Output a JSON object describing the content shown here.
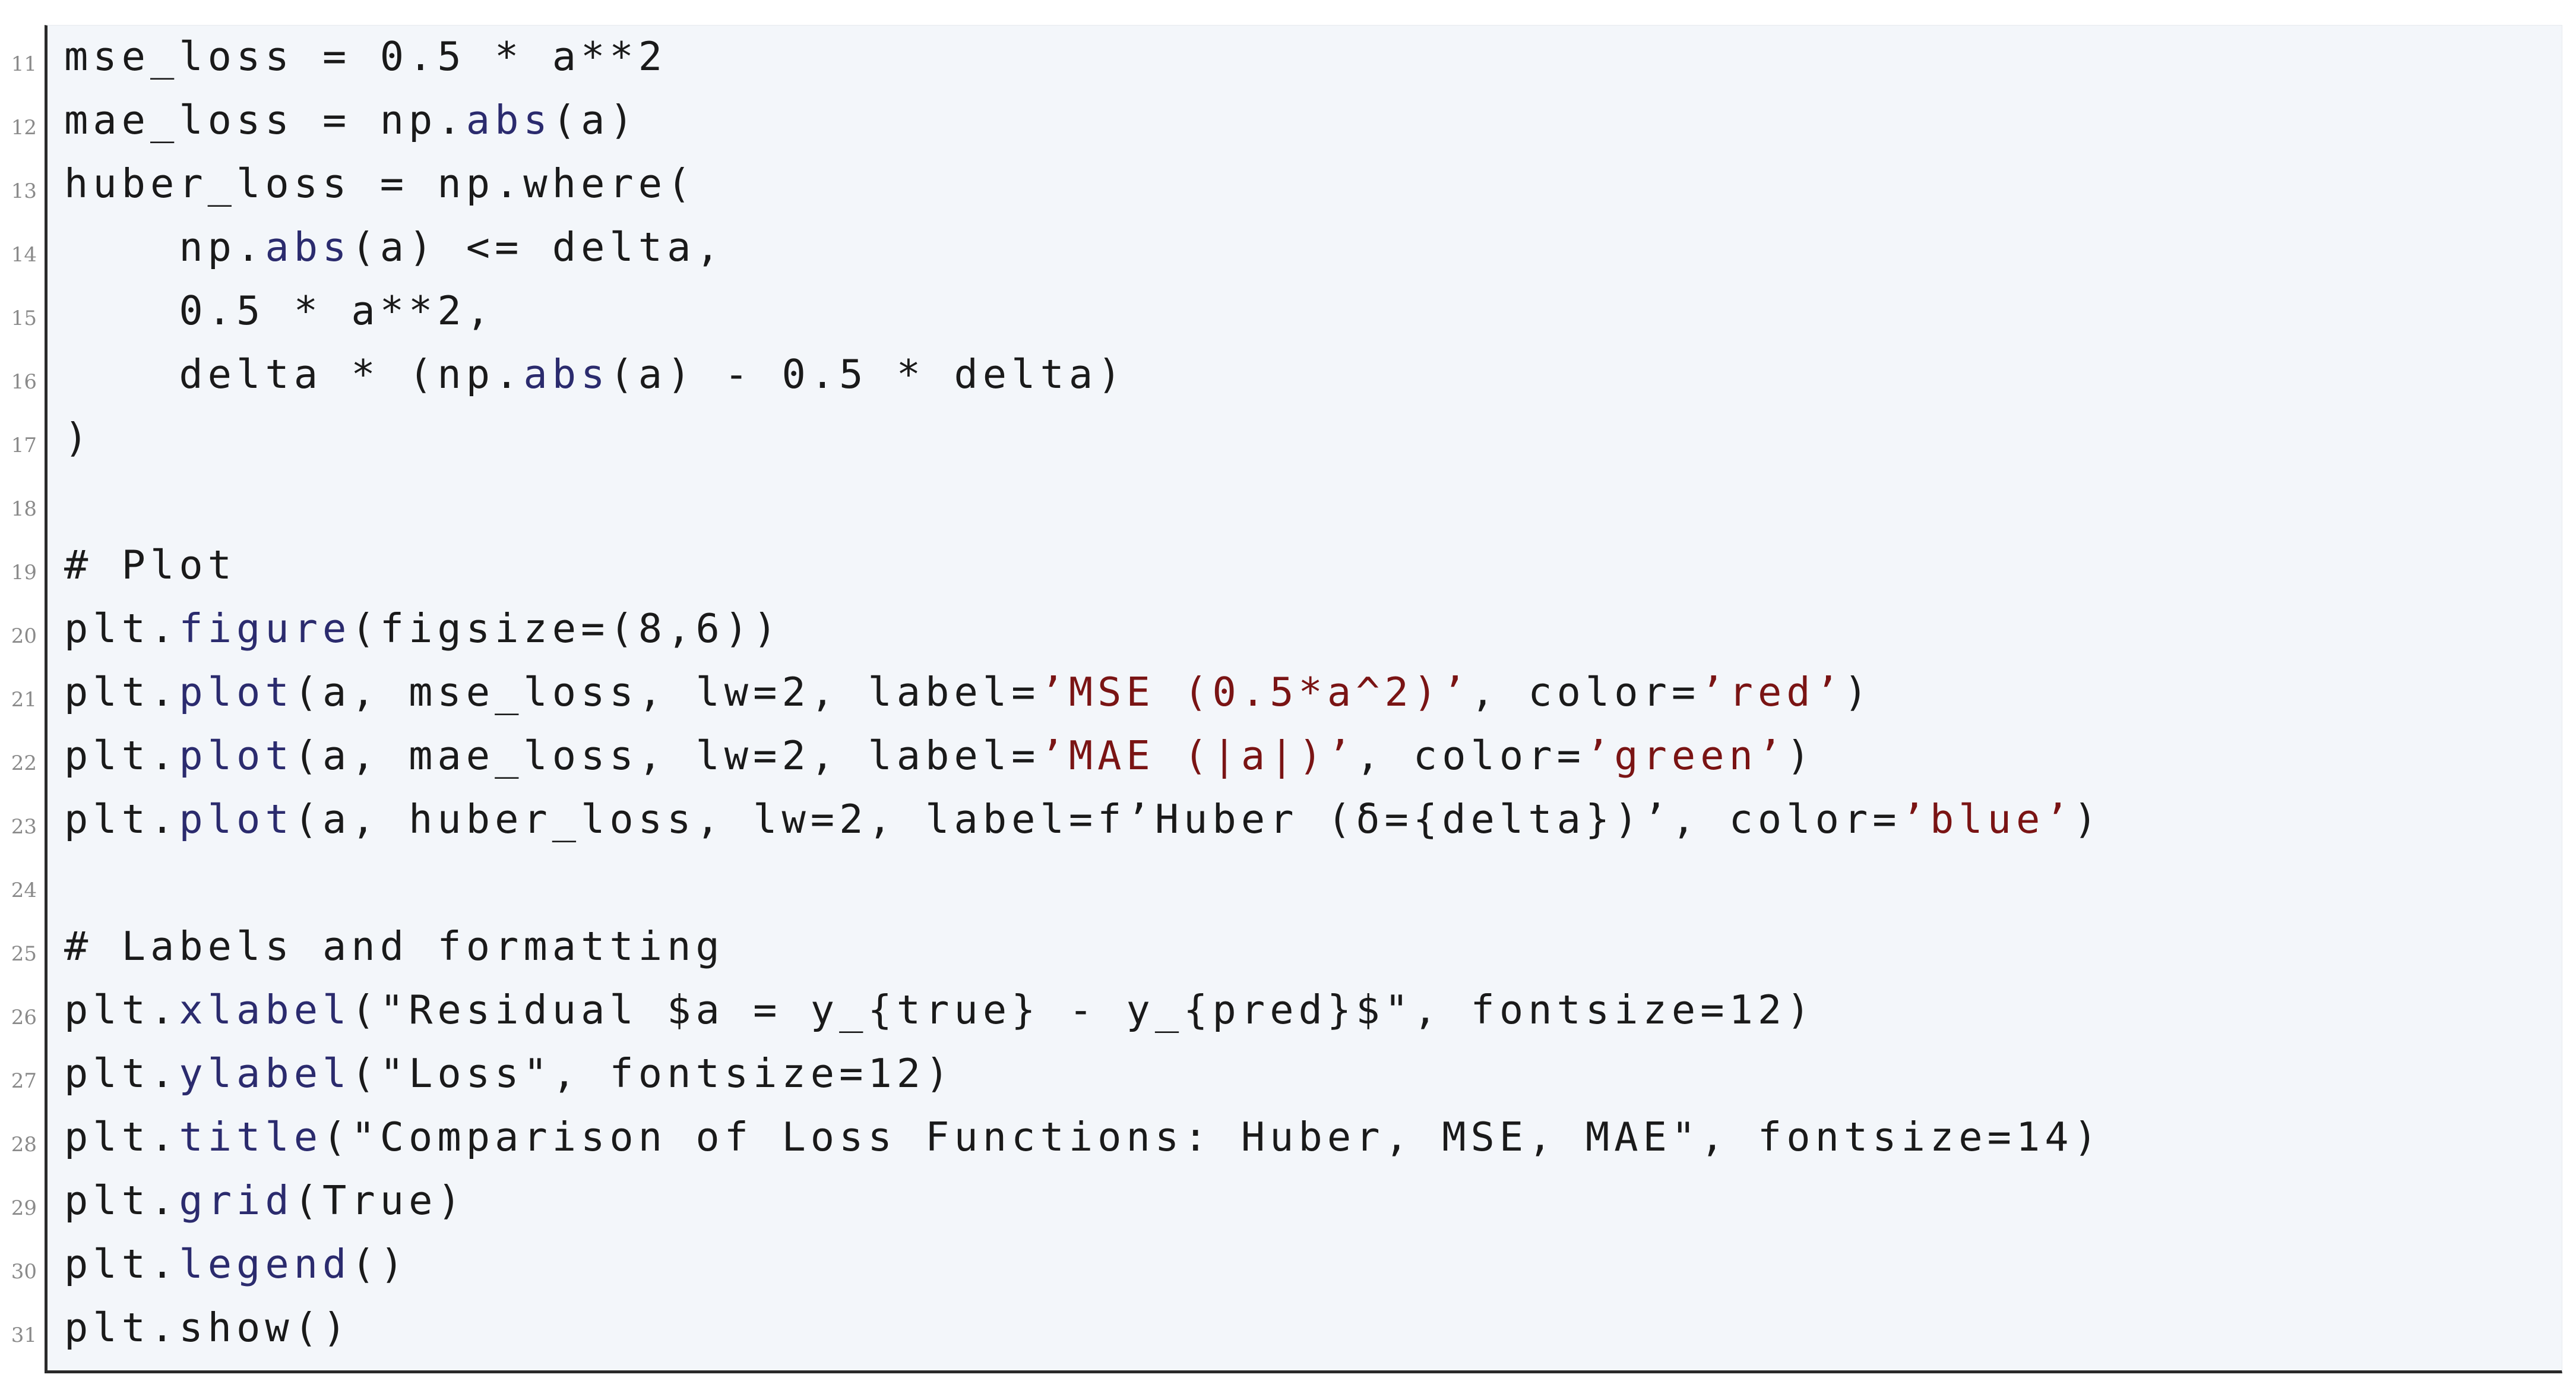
{
  "listing": {
    "lines": [
      {
        "number": "11",
        "segments": [
          {
            "t": "mse_loss = 0.5 * a**2",
            "k": "plain"
          }
        ]
      },
      {
        "number": "12",
        "segments": [
          {
            "t": "mae_loss = np.",
            "k": "plain"
          },
          {
            "t": "abs",
            "k": "fn"
          },
          {
            "t": "(a)",
            "k": "plain"
          }
        ]
      },
      {
        "number": "13",
        "segments": [
          {
            "t": "huber_loss = np.where(",
            "k": "plain"
          }
        ]
      },
      {
        "number": "14",
        "segments": [
          {
            "t": "    np.",
            "k": "plain"
          },
          {
            "t": "abs",
            "k": "fn"
          },
          {
            "t": "(a) <= delta,",
            "k": "plain"
          }
        ]
      },
      {
        "number": "15",
        "segments": [
          {
            "t": "    0.5 * a**2,",
            "k": "plain"
          }
        ]
      },
      {
        "number": "16",
        "segments": [
          {
            "t": "    delta * (np.",
            "k": "plain"
          },
          {
            "t": "abs",
            "k": "fn"
          },
          {
            "t": "(a) - 0.5 * delta)",
            "k": "plain"
          }
        ]
      },
      {
        "number": "17",
        "segments": [
          {
            "t": ")",
            "k": "plain"
          }
        ]
      },
      {
        "number": "18",
        "segments": []
      },
      {
        "number": "19",
        "segments": [
          {
            "t": "# Plot",
            "k": "plain"
          }
        ]
      },
      {
        "number": "20",
        "segments": [
          {
            "t": "plt.",
            "k": "plain"
          },
          {
            "t": "figure",
            "k": "fn"
          },
          {
            "t": "(figsize=(8,6))",
            "k": "plain"
          }
        ]
      },
      {
        "number": "21",
        "segments": [
          {
            "t": "plt.",
            "k": "plain"
          },
          {
            "t": "plot",
            "k": "fn"
          },
          {
            "t": "(a, mse_loss, lw=2, label=",
            "k": "plain"
          },
          {
            "t": "’MSE (0.5*a^2)’",
            "k": "str"
          },
          {
            "t": ", color=",
            "k": "plain"
          },
          {
            "t": "’red’",
            "k": "str"
          },
          {
            "t": ")",
            "k": "plain"
          }
        ]
      },
      {
        "number": "22",
        "segments": [
          {
            "t": "plt.",
            "k": "plain"
          },
          {
            "t": "plot",
            "k": "fn"
          },
          {
            "t": "(a, mae_loss, lw=2, label=",
            "k": "plain"
          },
          {
            "t": "’MAE (|a|)’",
            "k": "str"
          },
          {
            "t": ", color=",
            "k": "plain"
          },
          {
            "t": "’green’",
            "k": "str"
          },
          {
            "t": ")",
            "k": "plain"
          }
        ]
      },
      {
        "number": "23",
        "segments": [
          {
            "t": "plt.",
            "k": "plain"
          },
          {
            "t": "plot",
            "k": "fn"
          },
          {
            "t": "(a, huber_loss, lw=2, label=f’Huber (δ={delta})’, color=",
            "k": "plain"
          },
          {
            "t": "’blue’",
            "k": "str"
          },
          {
            "t": ")",
            "k": "plain"
          }
        ]
      },
      {
        "number": "24",
        "segments": []
      },
      {
        "number": "25",
        "segments": [
          {
            "t": "# Labels and formatting",
            "k": "plain"
          }
        ]
      },
      {
        "number": "26",
        "segments": [
          {
            "t": "plt.",
            "k": "plain"
          },
          {
            "t": "xlabel",
            "k": "fn"
          },
          {
            "t": "(\"Residual $a = y_{true} - y_{pred}$\", fontsize=12)",
            "k": "plain"
          }
        ]
      },
      {
        "number": "27",
        "segments": [
          {
            "t": "plt.",
            "k": "plain"
          },
          {
            "t": "ylabel",
            "k": "fn"
          },
          {
            "t": "(\"Loss\", fontsize=12)",
            "k": "plain"
          }
        ]
      },
      {
        "number": "28",
        "segments": [
          {
            "t": "plt.",
            "k": "plain"
          },
          {
            "t": "title",
            "k": "fn"
          },
          {
            "t": "(\"Comparison of Loss Functions: Huber, MSE, MAE\", fontsize=14)",
            "k": "plain"
          }
        ]
      },
      {
        "number": "29",
        "segments": [
          {
            "t": "plt.",
            "k": "plain"
          },
          {
            "t": "grid",
            "k": "fn"
          },
          {
            "t": "(True)",
            "k": "plain"
          }
        ]
      },
      {
        "number": "30",
        "segments": [
          {
            "t": "plt.",
            "k": "plain"
          },
          {
            "t": "legend",
            "k": "fn"
          },
          {
            "t": "()",
            "k": "plain"
          }
        ]
      },
      {
        "number": "31",
        "segments": [
          {
            "t": "plt.show()",
            "k": "plain"
          }
        ]
      }
    ]
  },
  "colors": {
    "background": "#f3f6fa",
    "keyword_function": "#2b2b6e",
    "string": "#7a1414",
    "text": "#1a1a1a",
    "line_number": "#8a8a8a",
    "frame": "#2a2a2a"
  }
}
